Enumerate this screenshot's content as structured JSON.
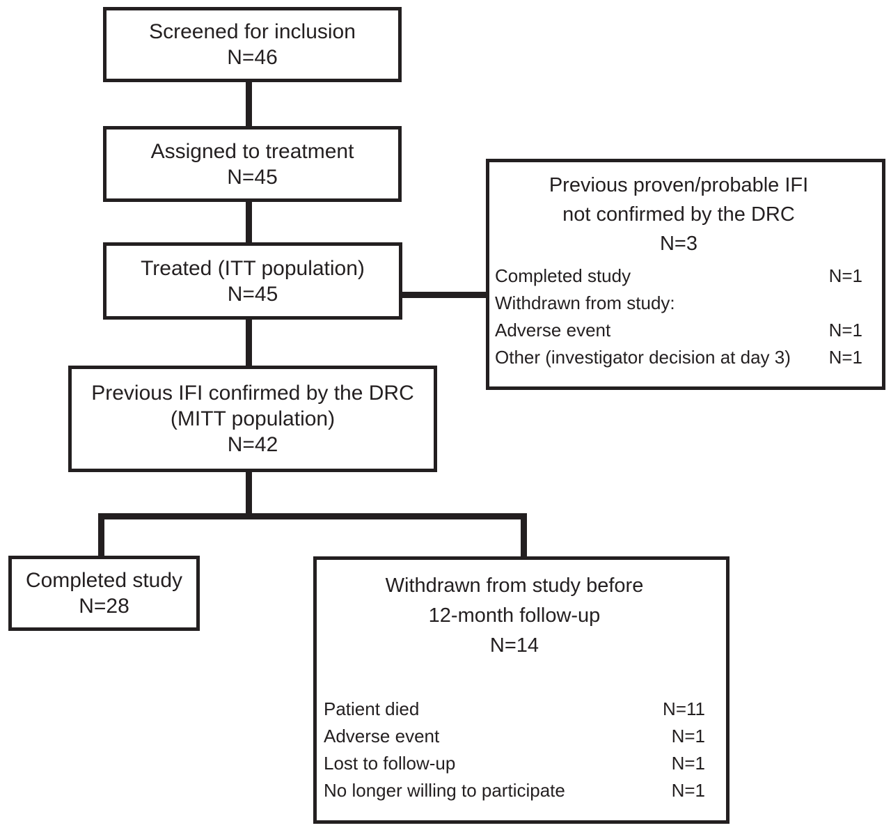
{
  "diagram": {
    "type": "flowchart",
    "ink_color": "#231f20",
    "background_color": "#ffffff",
    "boxes": {
      "screened": {
        "line1": "Screened for inclusion",
        "n": "N=46"
      },
      "assigned": {
        "line1": "Assigned to treatment",
        "n": "N=45"
      },
      "treated": {
        "line1": "Treated (ITT population)",
        "n": "N=45"
      },
      "not_confirmed": {
        "line1": "Previous proven/probable IFI",
        "line2": "not confirmed by the DRC",
        "n": "N=3",
        "rows": [
          {
            "label": "Completed study",
            "value": "N=1"
          },
          {
            "label": "Withdrawn from study:",
            "value": ""
          },
          {
            "label": "Adverse event",
            "value": "N=1"
          },
          {
            "label": "Other (investigator decision at day 3)",
            "value": "N=1"
          }
        ]
      },
      "mitt": {
        "line1": "Previous IFI confirmed by the DRC",
        "line2": "(MITT population)",
        "n": "N=42"
      },
      "completed": {
        "line1": "Completed study",
        "n": "N=28"
      },
      "withdrawn": {
        "line1": "Withdrawn from study before",
        "line2": "12-month follow-up",
        "n": "N=14",
        "rows": [
          {
            "label": "Patient died",
            "value": "N=11"
          },
          {
            "label": "Adverse event",
            "value": "N=1"
          },
          {
            "label": "Lost to follow-up",
            "value": "N=1"
          },
          {
            "label": "No longer willing to participate",
            "value": "N=1"
          }
        ]
      }
    }
  }
}
